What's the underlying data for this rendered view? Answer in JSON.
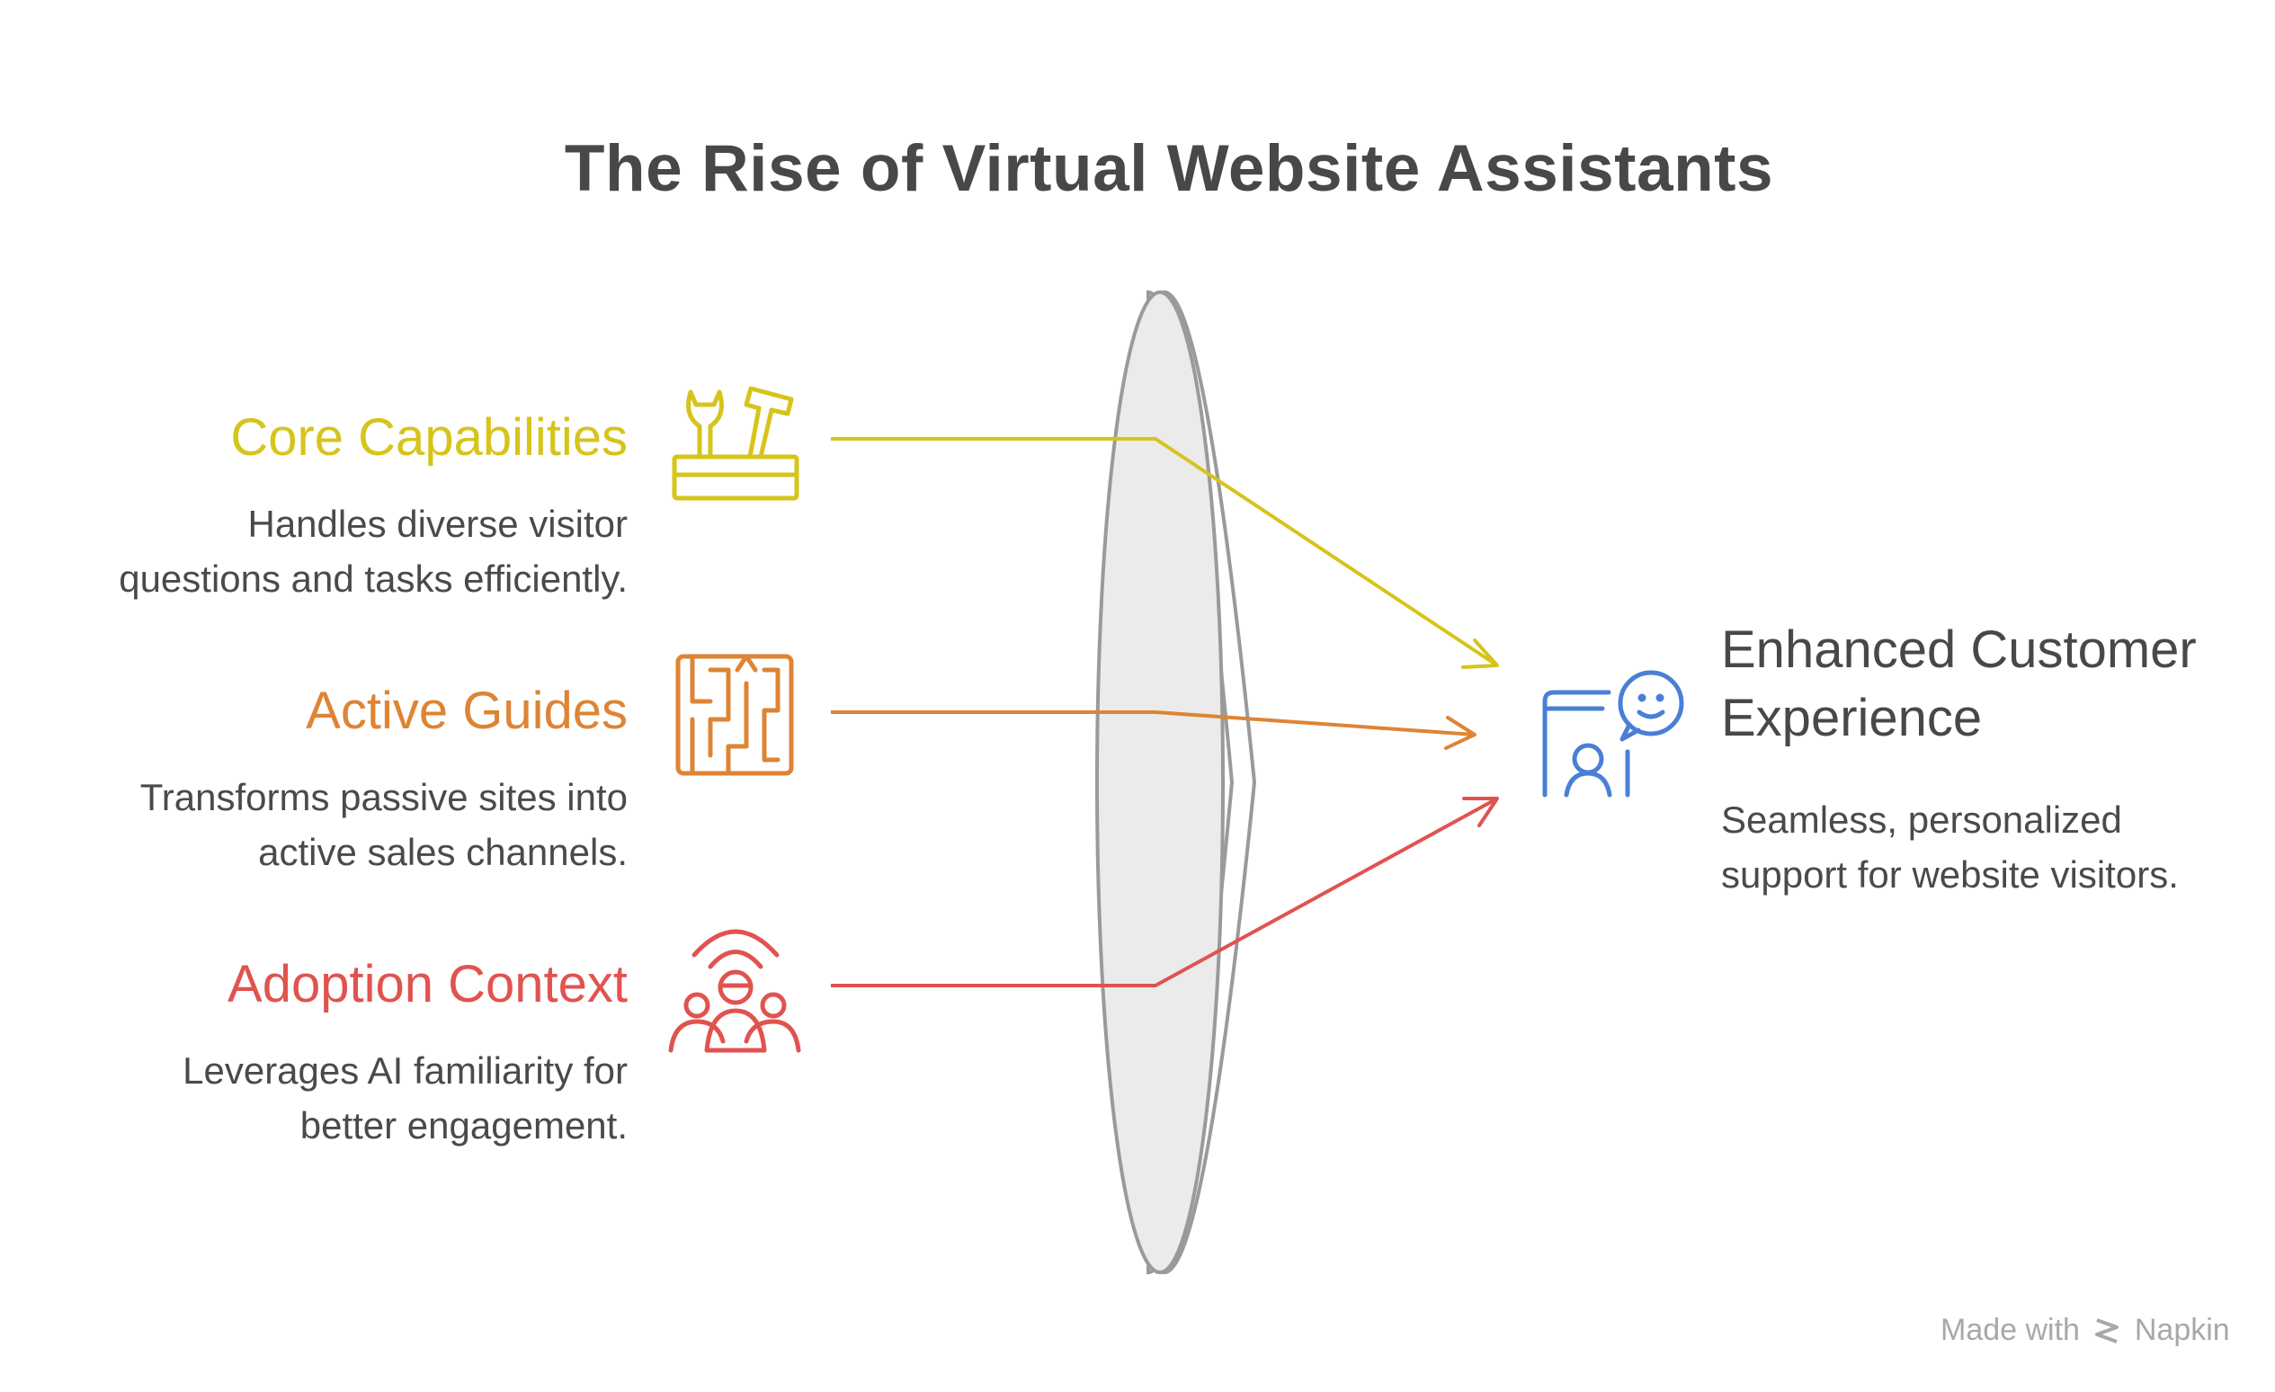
{
  "title": "The Rise of Virtual Website Assistants",
  "inputs": [
    {
      "id": "core",
      "heading": "Core Capabilities",
      "description_lines": [
        "Handles diverse visitor",
        "questions and tasks efficiently."
      ],
      "icon": "toolbox-icon",
      "color": "#d6c41b"
    },
    {
      "id": "guides",
      "heading": "Active Guides",
      "description_lines": [
        "Transforms passive sites into",
        "active sales channels."
      ],
      "icon": "maze-icon",
      "color": "#de8434"
    },
    {
      "id": "adoption",
      "heading": "Adoption Context",
      "description_lines": [
        "Leverages AI familiarity for",
        "better engagement."
      ],
      "icon": "audience-icon",
      "color": "#e0534f"
    }
  ],
  "output": {
    "heading_lines": [
      "Enhanced Customer",
      "Experience"
    ],
    "description_lines": [
      "Seamless, personalized",
      "support for website visitors."
    ],
    "icon": "chat-support-icon",
    "color": "#4a7fd6"
  },
  "lens_color": "#9a9a9a",
  "footer": {
    "prefix": "Made with",
    "brand": "Napkin"
  }
}
